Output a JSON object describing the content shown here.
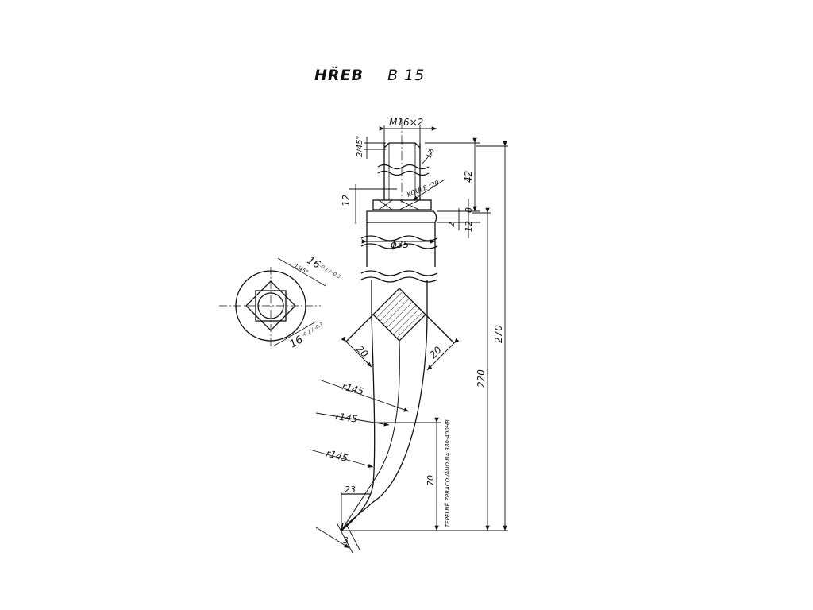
{
  "title": {
    "part": "HŘEB",
    "code": "B 15"
  },
  "dimensions": {
    "thread": "M16×2",
    "chamfer": "2/45°",
    "thread_length": "42",
    "nut_height": "12",
    "collar_sphere": "KOULE r20",
    "collar": "8",
    "shoulder": "2",
    "shank": "12",
    "diameter": "ϕ35",
    "total_length": "270",
    "lower_length": "220",
    "square_left": "20",
    "square_right": "20",
    "radius_1": "r145",
    "radius_2": "r145",
    "radius_3": "r145",
    "tip_width": "23",
    "tip_thickness": "3",
    "hardened_length": "70",
    "small_mark": "1/8",
    "section_width_top": "16",
    "section_tol_top": "-0.1 / -0.3",
    "section_chamfer": "1/45°",
    "section_width_bottom": "16",
    "section_tol_bottom": "-0.1 / -0.3"
  },
  "notes": {
    "heat_treatment": "TEPELNĚ ZPRACOVÁNO NA 380-400HB"
  }
}
